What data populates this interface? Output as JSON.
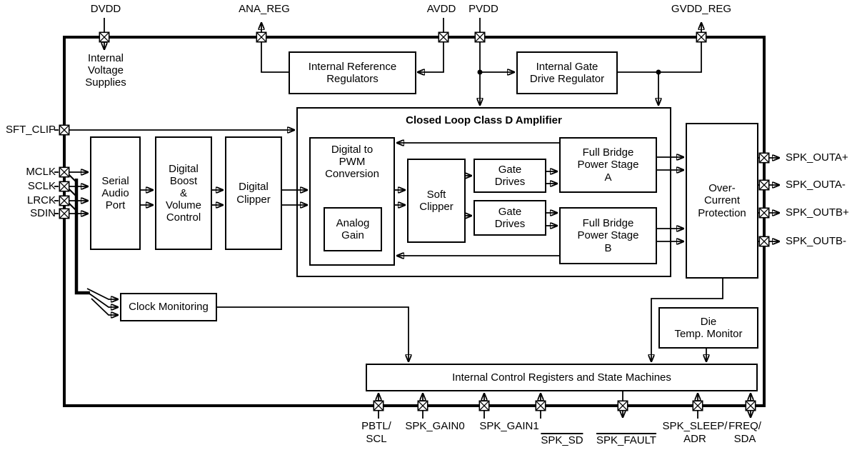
{
  "figure": {
    "background": "#ffffff",
    "ink": "#000000",
    "description": "Audio amplifier functional block diagram"
  },
  "chip": {
    "free_text": {
      "internal_voltage_supplies": "Internal\nVoltage\nSupplies"
    },
    "blocks": {
      "internal_reference_regulators": {
        "label": "Internal Reference\nRegulators"
      },
      "internal_gate_drive_regulator": {
        "label": "Internal Gate\nDrive Regulator"
      },
      "closed_loop_class_d_amplifier": {
        "label": "Closed Loop Class D Amplifier"
      },
      "digital_to_pwm_conversion": {
        "label": "Digital to\nPWM\nConversion"
      },
      "analog_gain": {
        "label": "Analog\nGain"
      },
      "soft_clipper": {
        "label": "Soft\nClipper"
      },
      "gate_drives_a": {
        "label": "Gate\nDrives"
      },
      "gate_drives_b": {
        "label": "Gate\nDrives"
      },
      "full_bridge_power_stage_a": {
        "label": "Full Bridge\nPower Stage\nA"
      },
      "full_bridge_power_stage_b": {
        "label": "Full Bridge\nPower Stage\nB"
      },
      "over_current_protection": {
        "label": "Over-\nCurrent\nProtection"
      },
      "serial_audio_port": {
        "label": "Serial\nAudio\nPort"
      },
      "digital_boost_volume_control": {
        "label": "Digital\nBoost\n&\nVolume\nControl"
      },
      "digital_clipper": {
        "label": "Digital\nClipper"
      },
      "clock_monitoring": {
        "label": "Clock Monitoring"
      },
      "die_temp_monitor": {
        "label": "Die\nTemp. Monitor"
      },
      "internal_control_registers": {
        "label": "Internal Control Registers and State Machines"
      }
    },
    "pins": {
      "top": [
        {
          "name": "DVDD",
          "direction": "in"
        },
        {
          "name": "ANA_REG",
          "direction": "out"
        },
        {
          "name": "AVDD",
          "direction": "in"
        },
        {
          "name": "PVDD",
          "direction": "in"
        },
        {
          "name": "GVDD_REG",
          "direction": "out"
        }
      ],
      "left": [
        {
          "name": "SFT_CLIP",
          "direction": "in"
        },
        {
          "name": "MCLK",
          "direction": "in"
        },
        {
          "name": "SCLK",
          "direction": "in"
        },
        {
          "name": "LRCK",
          "direction": "in"
        },
        {
          "name": "SDIN",
          "direction": "in"
        }
      ],
      "right": [
        {
          "name": "SPK_OUTA+",
          "direction": "out"
        },
        {
          "name": "SPK_OUTA-",
          "direction": "out"
        },
        {
          "name": "SPK_OUTB+",
          "direction": "out"
        },
        {
          "name": "SPK_OUTB-",
          "direction": "out"
        }
      ],
      "bottom": [
        {
          "name": "PBTL/\nSCL",
          "direction": "in"
        },
        {
          "name": "SPK_GAIN0",
          "direction": "in"
        },
        {
          "name": "SPK_GAIN1",
          "direction": "in"
        },
        {
          "name": "SPK_SD",
          "direction": "in",
          "overline": true
        },
        {
          "name": "SPK_FAULT",
          "direction": "out",
          "overline": true
        },
        {
          "name": "SPK_SLEEP/\nADR",
          "direction": "in"
        },
        {
          "name": "FREQ/\nSDA",
          "direction": "bidirectional"
        }
      ]
    }
  }
}
